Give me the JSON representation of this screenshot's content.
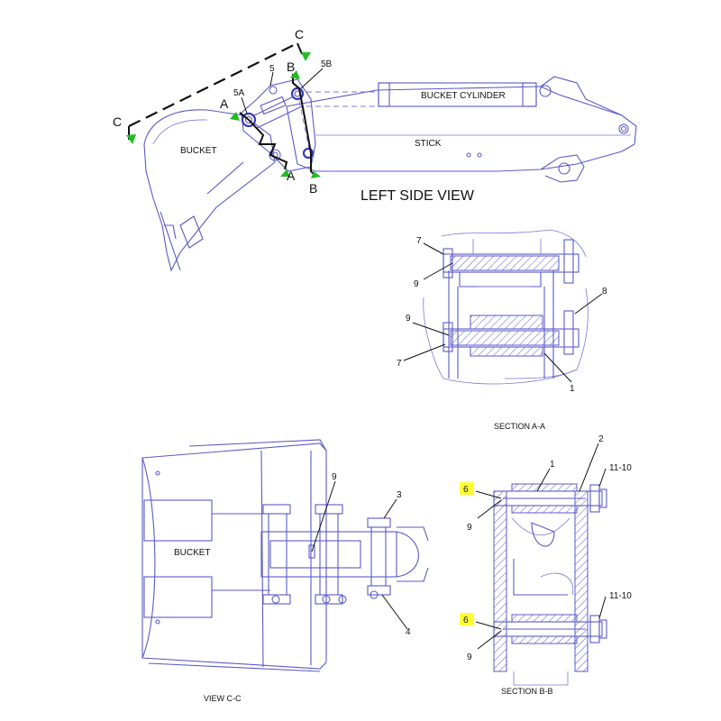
{
  "views": {
    "left_side": {
      "title": "LEFT SIDE VIEW",
      "labels": {
        "bucket": "BUCKET",
        "bucket_cylinder": "BUCKET CYLINDER",
        "stick": "STICK",
        "part_5": "5",
        "part_5a": "5A",
        "part_5b": "5B",
        "section_a1": "A",
        "section_a2": "A",
        "section_b1": "B",
        "section_b2": "B",
        "section_c1": "C",
        "section_c2": "C"
      }
    },
    "section_aa": {
      "title": "SECTION A-A",
      "callouts": [
        "7",
        "9",
        "8",
        "9",
        "7",
        "1"
      ]
    },
    "view_cc": {
      "title": "VIEW C-C",
      "labels": {
        "bucket": "BUCKET"
      },
      "callouts": [
        "9",
        "3",
        "4"
      ]
    },
    "section_bb": {
      "title": "SECTION B-B",
      "callouts": [
        "1",
        "2",
        "11-10",
        "6",
        "9",
        "11-10",
        "6",
        "9"
      ]
    }
  },
  "colors": {
    "line": "#5a5ac8",
    "highlight": "#ffff33",
    "arrow": "#22bb22"
  }
}
